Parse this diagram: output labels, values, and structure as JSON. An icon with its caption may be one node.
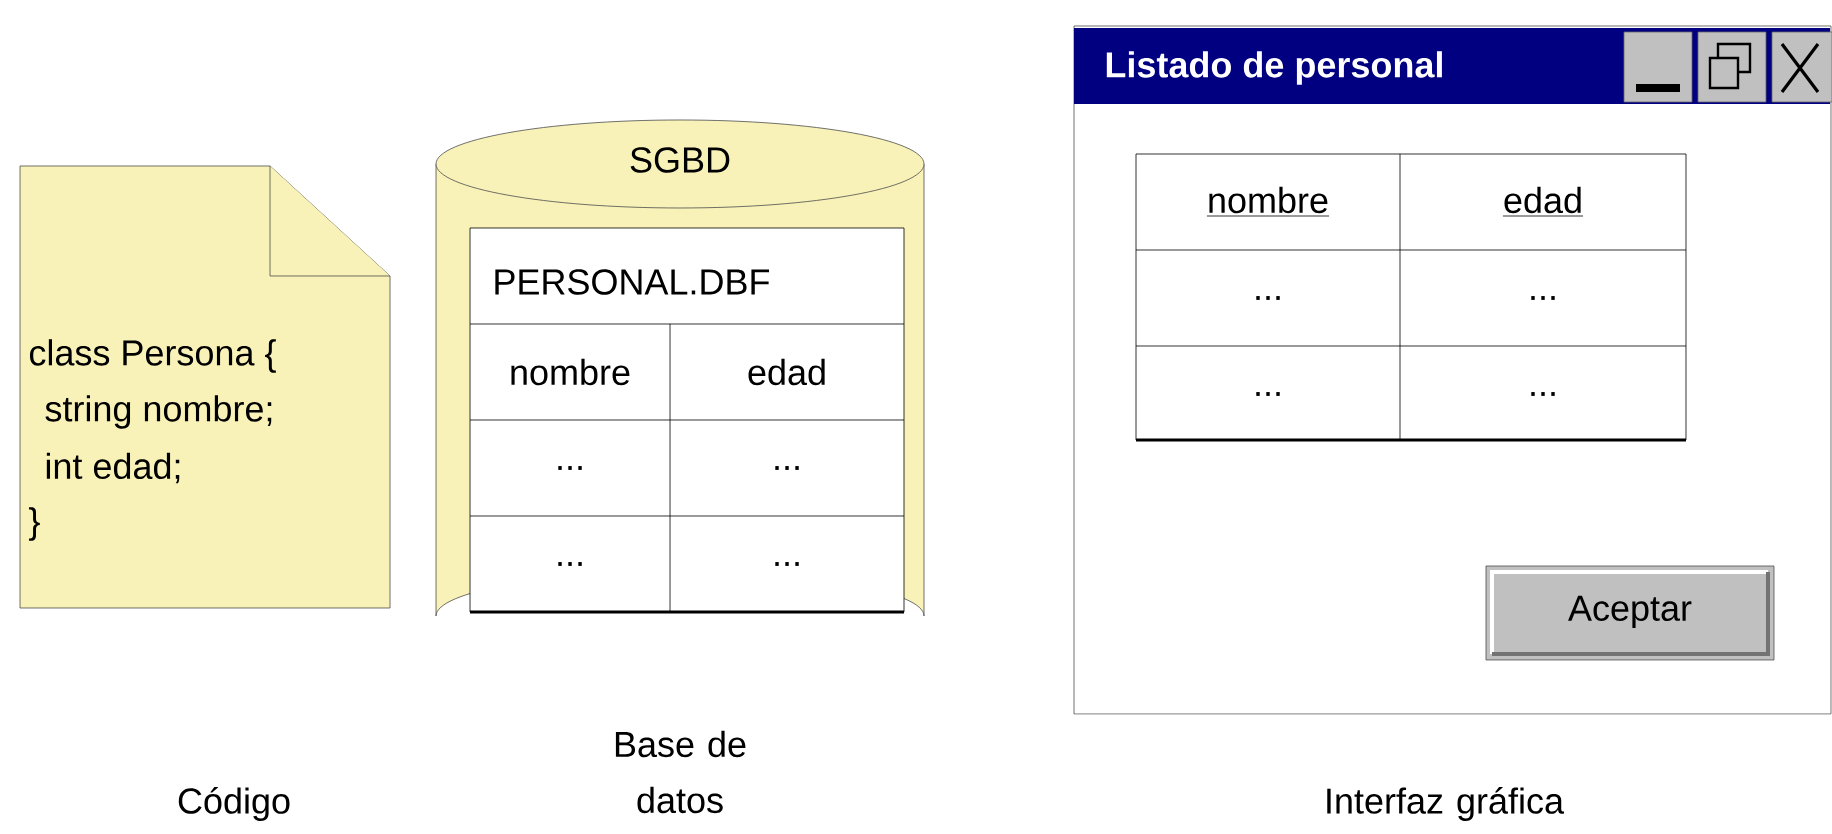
{
  "diagram": {
    "nodes": [
      {
        "text": [
          "class Persona {",
          "string nombre;",
          "int edad;",
          "}"
        ]
      },
      {
        "text": [
          "SGBD"
        ]
      },
      {
        "text": [
          "PERSONAL.DBF",
          "nombre",
          "edad",
          "...",
          "...",
          "...",
          "..."
        ],
        "in": 1
      },
      {
        "text": [
          "Listado de personal"
        ]
      },
      {
        "text": [
          "nombre",
          "edad",
          "...",
          "...",
          "...",
          "..."
        ],
        "in": 3
      },
      {
        "text": [
          "Aceptar"
        ],
        "in": 3
      }
    ],
    "labels": [
      "Código",
      "Base de datos",
      "Interfaz gráfica"
    ]
  }
}
